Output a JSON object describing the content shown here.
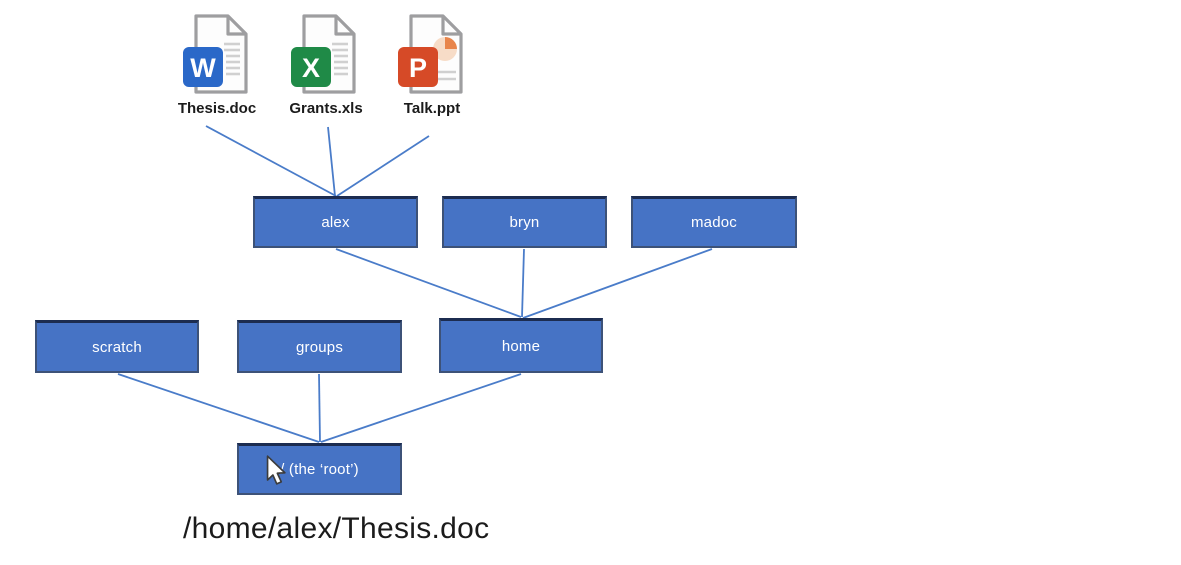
{
  "files": [
    {
      "label": "Thesis.doc",
      "app": "word",
      "app_letter": "W"
    },
    {
      "label": "Grants.xls",
      "app": "excel",
      "app_letter": "X"
    },
    {
      "label": "Talk.ppt",
      "app": "powerpoint",
      "app_letter": "P"
    }
  ],
  "nodes": {
    "alex": {
      "label": "alex"
    },
    "bryn": {
      "label": "bryn"
    },
    "madoc": {
      "label": "madoc"
    },
    "scratch": {
      "label": "scratch"
    },
    "groups": {
      "label": "groups"
    },
    "home": {
      "label": "home"
    },
    "root": {
      "label": "/ (the ‘root’)"
    }
  },
  "edges": [
    {
      "from": "Thesis.doc",
      "to": "alex"
    },
    {
      "from": "Grants.xls",
      "to": "alex"
    },
    {
      "from": "Talk.ppt",
      "to": "alex"
    },
    {
      "from": "alex",
      "to": "home"
    },
    {
      "from": "bryn",
      "to": "home"
    },
    {
      "from": "madoc",
      "to": "home"
    },
    {
      "from": "scratch",
      "to": "root"
    },
    {
      "from": "groups",
      "to": "root"
    },
    {
      "from": "home",
      "to": "root"
    }
  ],
  "path_caption": "/home/alex/Thesis.doc",
  "cursor": {
    "visible": true,
    "over": "root"
  },
  "colors": {
    "node_fill": "#4673C5",
    "node_border": "#3D5278",
    "node_border_top": "#1C2C50",
    "node_text": "#FFFFFF",
    "connector": "#4A7CC9",
    "word": "#2A68C8",
    "excel": "#1F8A47",
    "powerpoint": "#D64A27",
    "ppt_pie_light": "#F7DCC7",
    "ppt_pie_slice": "#E8854B",
    "doc_outline": "#9E9EA0",
    "doc_lines": "#D0D0D0",
    "caption_text": "#1B1B1B"
  }
}
